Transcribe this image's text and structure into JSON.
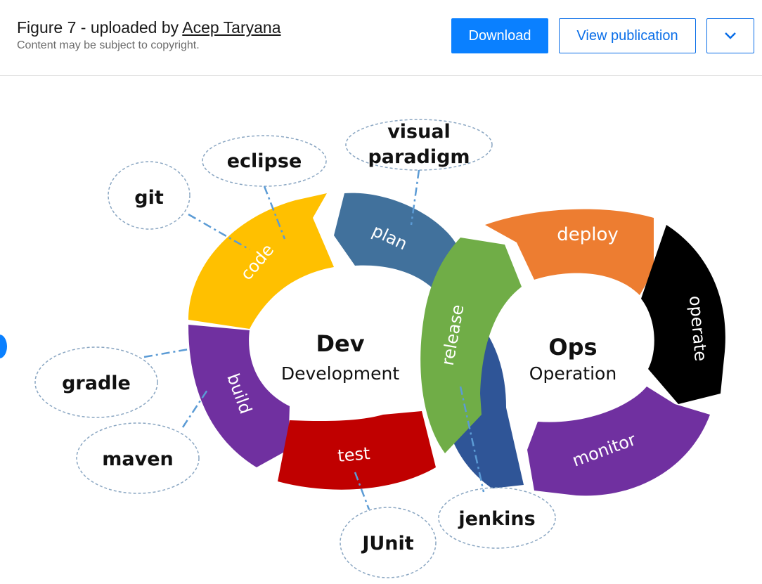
{
  "header": {
    "title_prefix": "Figure 7 - uploaded by ",
    "author": "Acep Taryana",
    "subtitle": "Content may be subject to copyright."
  },
  "actions": {
    "download": "Download",
    "view_publication": "View publication"
  },
  "figure": {
    "segments": {
      "code": "code",
      "plan": "plan",
      "build": "build",
      "test": "test",
      "release": "release",
      "deploy": "deploy",
      "operate": "operate",
      "monitor": "monitor"
    },
    "dev_title": "Dev",
    "dev_sub": "Development",
    "ops_title": "Ops",
    "ops_sub": "Operation",
    "tools": {
      "git": "git",
      "eclipse": "eclipse",
      "visual_1": "visual",
      "visual_2": "paradigm",
      "gradle": "gradle",
      "maven": "maven",
      "junit": "JUnit",
      "jenkins": "jenkins"
    }
  },
  "colors": {
    "code": "#ffc000",
    "plan": "#41719c",
    "build": "#7030a0",
    "test": "#c00000",
    "release": "#70ad47",
    "deploy": "#ed7d31",
    "operate": "#000000",
    "monitor": "#7030a0",
    "accent": "#0a80ff"
  }
}
